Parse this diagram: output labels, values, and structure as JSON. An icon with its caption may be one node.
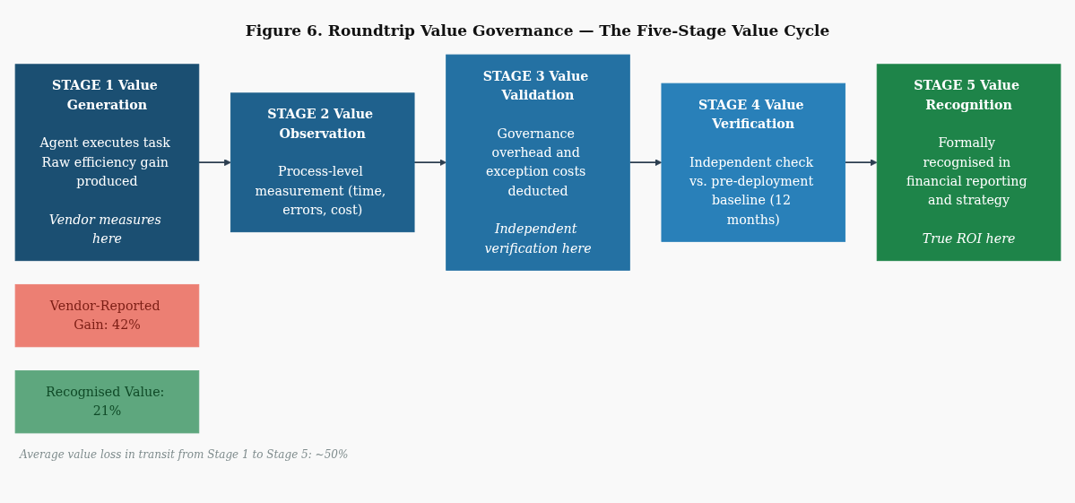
{
  "diagram": {
    "title": "Figure 6. Roundtrip Value Governance — The Five-Stage Value Cycle",
    "nodes": [
      {
        "text": [
          "STAGE 1 Value Generation",
          "Agent executes task Raw efficiency gain produced",
          "Vendor measures here"
        ]
      },
      {
        "text": [
          "STAGE 2 Value Observation",
          "Process-level measurement (time, errors, cost)"
        ]
      },
      {
        "text": [
          "STAGE 3 Value Validation",
          "Governance overhead and exception costs deducted",
          "Independent verification here"
        ]
      },
      {
        "text": [
          "STAGE 4 Value Verification",
          "Independent check vs. pre-deployment baseline (12 months)"
        ]
      },
      {
        "text": [
          "STAGE 5 Value Recognition",
          "Formally recognised in financial reporting and strategy",
          "True ROI here"
        ]
      },
      {
        "text": [
          "Vendor-Reported Gain: 42%"
        ]
      },
      {
        "text": [
          "Recognised Value: 21%"
        ]
      }
    ],
    "edges": [
      {
        "from": 0,
        "to": 1,
        "arrow": "to"
      },
      {
        "from": 1,
        "to": 2,
        "arrow": "to"
      },
      {
        "from": 2,
        "to": 3,
        "arrow": "to"
      },
      {
        "from": 3,
        "to": 4,
        "arrow": "to"
      }
    ],
    "caption": "Average value loss in transit from Stage 1 to Stage 5: ~50%"
  }
}
